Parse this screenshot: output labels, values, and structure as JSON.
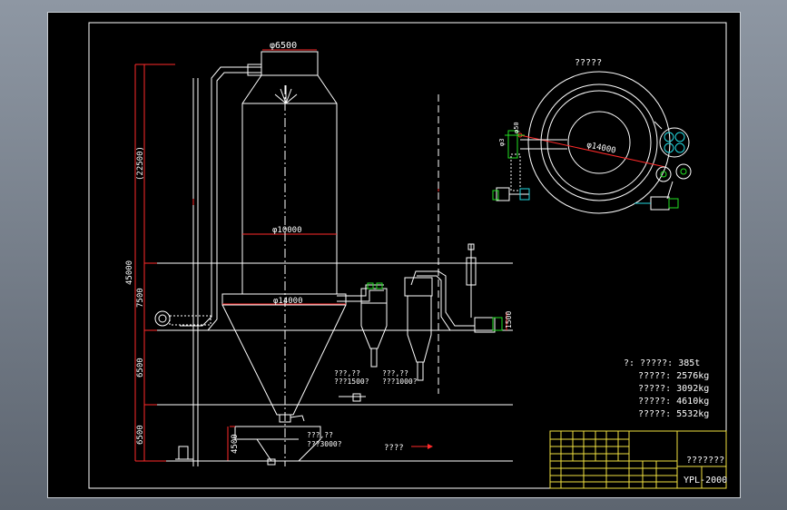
{
  "drawing": {
    "top_view_title": "?????",
    "dims": {
      "top_diameter": "φ6500",
      "mid_diameter": "φ10000",
      "base_diameter": "φ14000",
      "plan_diameter": "φ14000",
      "total_height": "45000",
      "upper_height": "(22500)",
      "h_7500": "7500",
      "h_6500_upper": "6500",
      "h_6500_lower": "6500",
      "h_4500": "4500",
      "h_1500": "1500",
      "plan_small_1": "φ3",
      "plan_small_2": "φ50"
    },
    "notes": {
      "cyclone1_line1": "???,??",
      "cyclone1_line2": "???1500?",
      "cyclone2_line1": "???,??",
      "cyclone2_line2": "???1000?",
      "hopper_line1": "???,??",
      "hopper_line2": "???3000?",
      "flow_label": "????"
    },
    "specs": [
      "?: ?????: 385t",
      "?????: 2576kg",
      "?????: 3092kg",
      "?????: 4610kg",
      "?????: 5532kg"
    ],
    "title_block": {
      "drawing_name": "???????",
      "drawing_code": "YPL-2000"
    }
  }
}
